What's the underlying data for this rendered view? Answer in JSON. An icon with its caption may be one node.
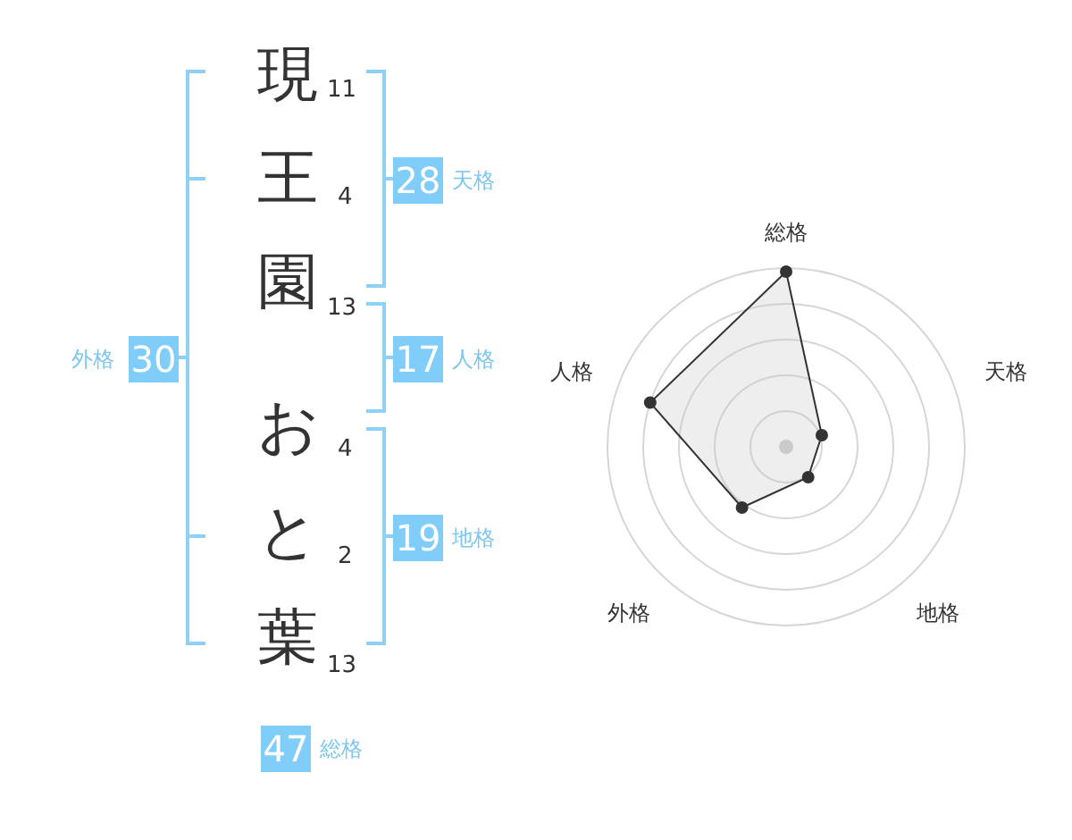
{
  "diagram": {
    "nodes": [
      {
        "text": [
          "28"
        ],
        "beside": [
          "天格"
        ]
      },
      {
        "text": [
          "30"
        ],
        "beside": [
          "外格"
        ]
      },
      {
        "text": [
          "17"
        ],
        "beside": [
          "人格"
        ]
      },
      {
        "text": [
          "19"
        ],
        "beside": [
          "地格"
        ]
      },
      {
        "text": [
          "47"
        ],
        "beside": [
          "総格"
        ]
      }
    ],
    "labels": [
      "現",
      "11",
      "王",
      "4",
      "園",
      "13",
      "お",
      "4",
      "と",
      "2",
      "葉",
      "13",
      "総格",
      "人格",
      "天格",
      "外格",
      "地格"
    ]
  }
}
